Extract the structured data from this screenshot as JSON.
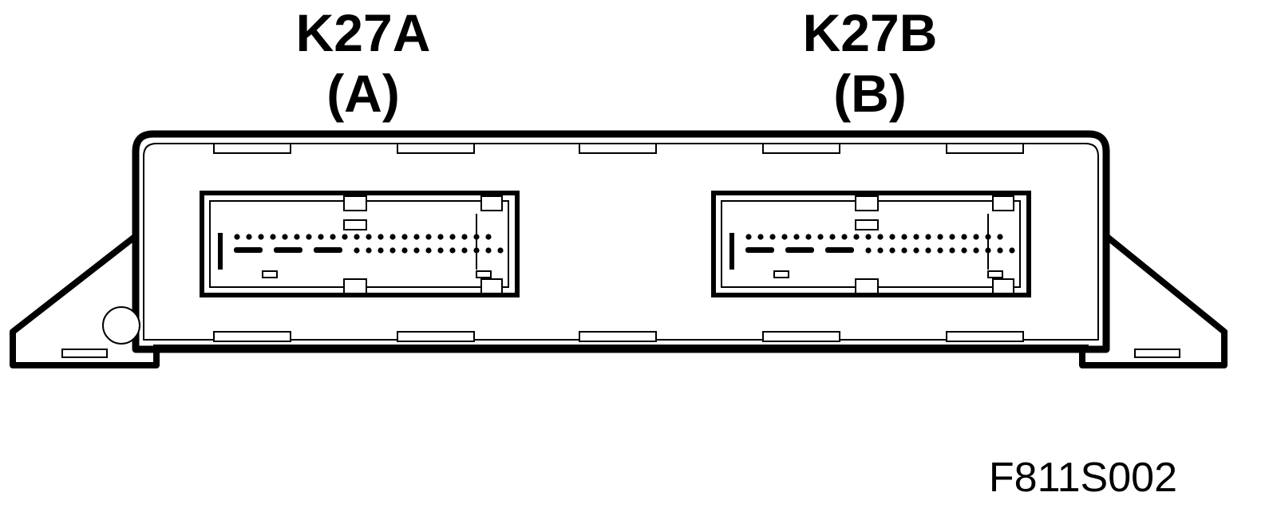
{
  "connectors": [
    {
      "id": "K27A",
      "letter": "(A)"
    },
    {
      "id": "K27B",
      "letter": "(B)"
    }
  ],
  "figure_code": "F811S002",
  "colors": {
    "line": "#000000",
    "background": "#ffffff"
  }
}
